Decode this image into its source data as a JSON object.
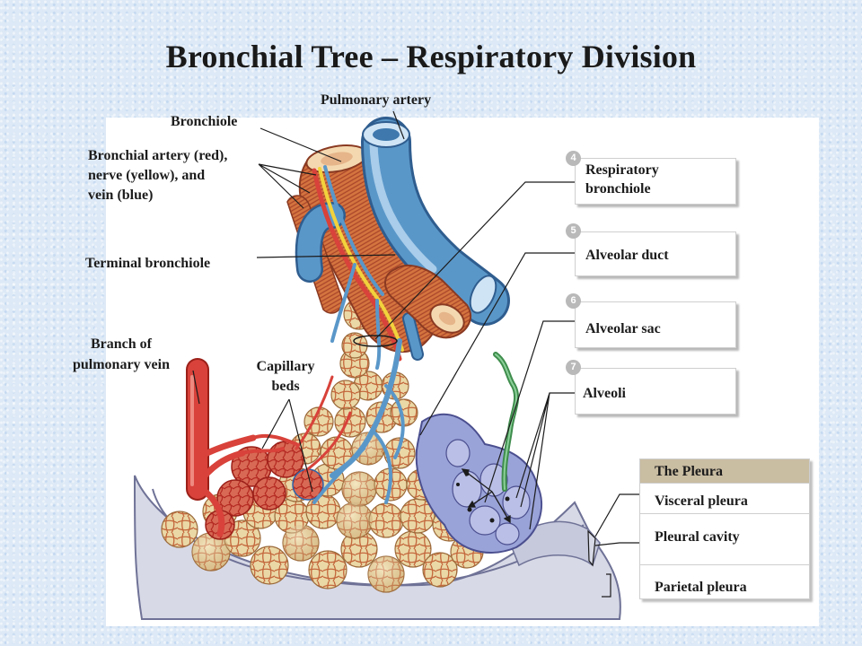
{
  "title": "Bronchial Tree – Respiratory Division",
  "labels": {
    "pulmonary_artery": "Pulmonary artery",
    "bronchiole": "Bronchiole",
    "bronchial_artery_line1": "Bronchial artery (red),",
    "bronchial_artery_line2": "nerve (yellow), and",
    "bronchial_artery_line3": "vein (blue)",
    "terminal_bronchiole": "Terminal bronchiole",
    "branch_pv_line1": "Branch of",
    "branch_pv_line2": "pulmonary vein",
    "capillary_line1": "Capillary",
    "capillary_line2": "beds"
  },
  "numbered_boxes": [
    {
      "number": "4",
      "line1": "Respiratory",
      "line2": "bronchiole"
    },
    {
      "number": "5",
      "line1": "Alveolar duct",
      "line2": ""
    },
    {
      "number": "6",
      "line1": "Alveolar sac",
      "line2": ""
    },
    {
      "number": "7",
      "line1": "Alveoli",
      "line2": ""
    }
  ],
  "pleura": {
    "heading": "The Pleura",
    "rows": [
      "Visceral pleura",
      "Pleural cavity",
      "Parietal pleura"
    ]
  },
  "colors": {
    "artery_red": "#d8423a",
    "vein_blue": "#5a97c9",
    "nerve_yellow": "#f2d23c",
    "alveolus": "#ead8a6",
    "alveolar_sac": "#9aa3d8",
    "pleura": "#d7d9e6",
    "pleura_heading": "#c9bda2"
  }
}
